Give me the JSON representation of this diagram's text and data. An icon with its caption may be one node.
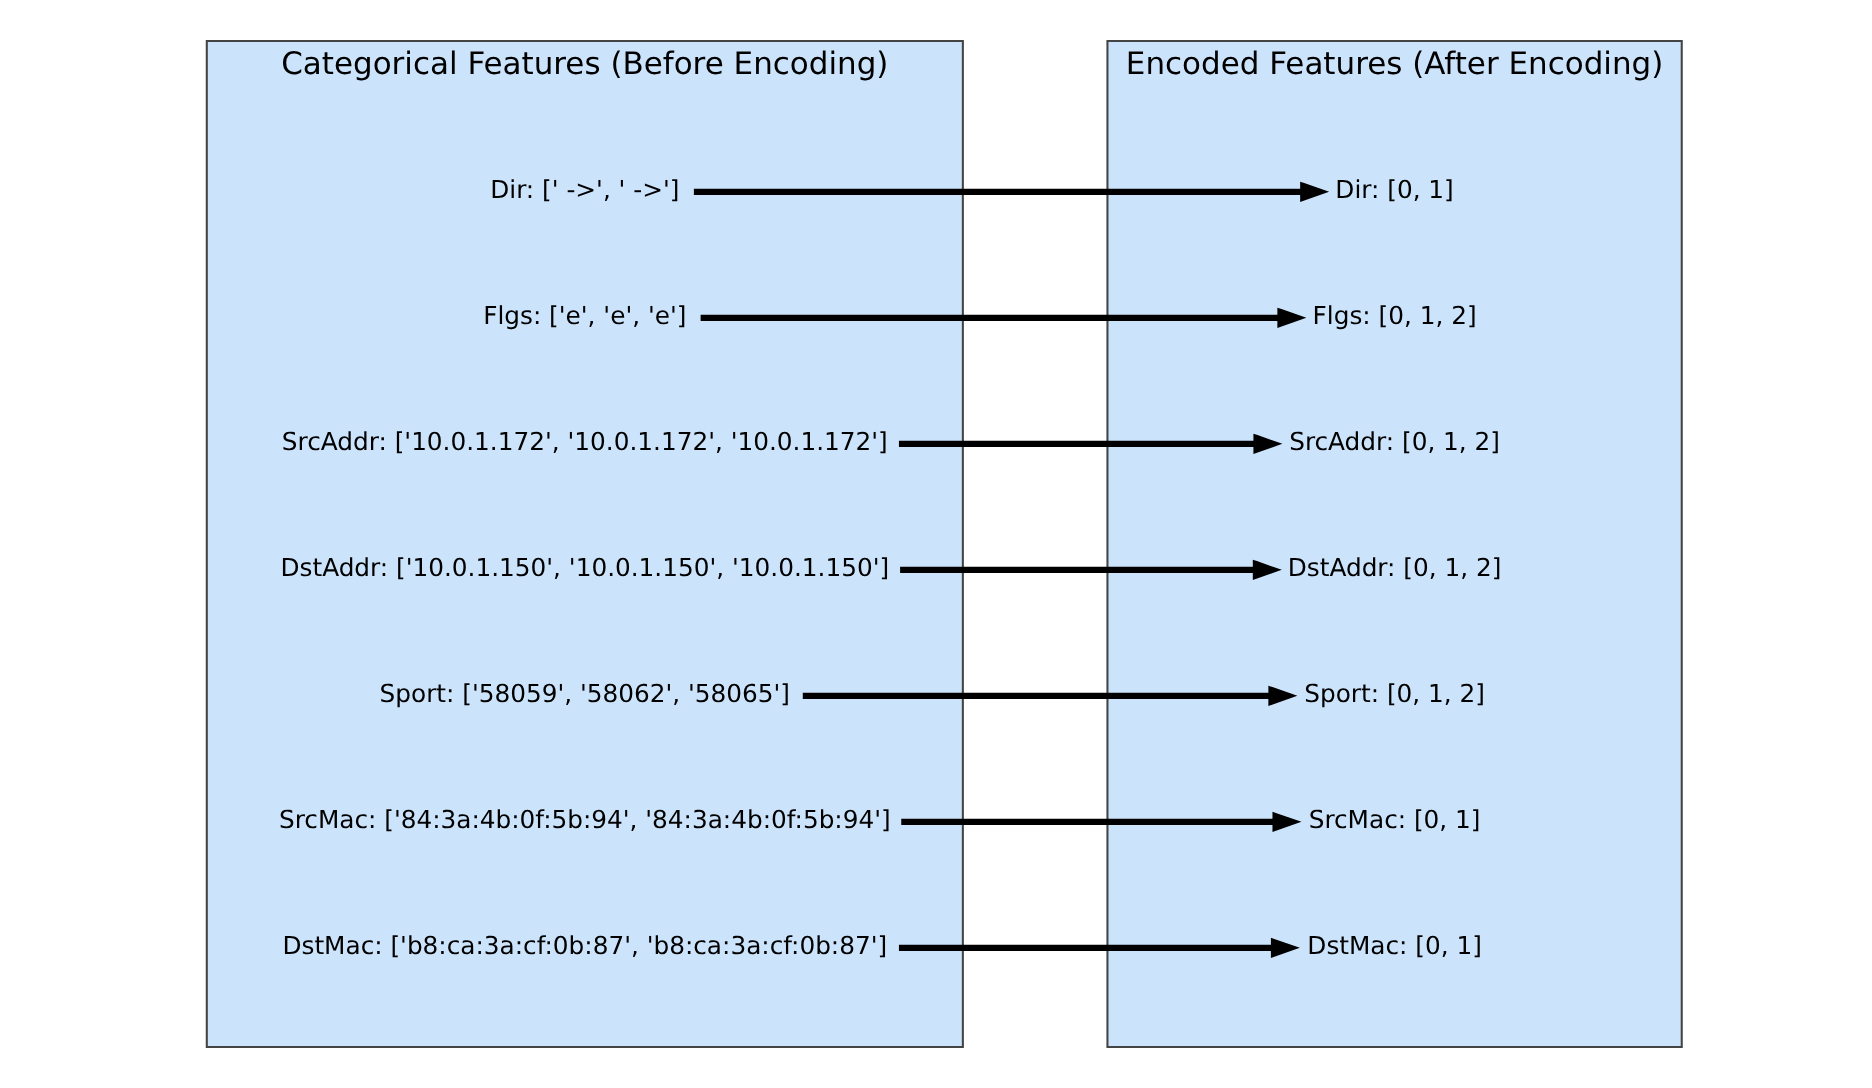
{
  "diagram": {
    "nodes": [
      {
        "text": [
          "Categorical Features (Before Encoding)"
        ]
      },
      {
        "text": [
          "Dir: [' ->', ' ->']"
        ],
        "in": 0
      },
      {
        "text": [
          "Flgs: ['e', 'e', 'e']"
        ],
        "in": 0
      },
      {
        "text": [
          "SrcAddr: ['10.0.1.172', '10.0.1.172', '10.0.1.172']"
        ],
        "in": 0
      },
      {
        "text": [
          "DstAddr: ['10.0.1.150', '10.0.1.150', '10.0.1.150']"
        ],
        "in": 0
      },
      {
        "text": [
          "Sport: ['58059', '58062', '58065']"
        ],
        "in": 0
      },
      {
        "text": [
          "SrcMac: ['84:3a:4b:0f:5b:94', '84:3a:4b:0f:5b:94']"
        ],
        "in": 0
      },
      {
        "text": [
          "DstMac: ['b8:ca:3a:cf:0b:87', 'b8:ca:3a:cf:0b:87']"
        ],
        "in": 0
      },
      {
        "text": [
          "Encoded Features (After Encoding)"
        ]
      },
      {
        "text": [
          "Dir: [0, 1]"
        ],
        "in": 8
      },
      {
        "text": [
          "Flgs: [0, 1, 2]"
        ],
        "in": 8
      },
      {
        "text": [
          "SrcAddr: [0, 1, 2]"
        ],
        "in": 8
      },
      {
        "text": [
          "DstAddr: [0, 1, 2]"
        ],
        "in": 8
      },
      {
        "text": [
          "Sport: [0, 1, 2]"
        ],
        "in": 8
      },
      {
        "text": [
          "SrcMac: [0, 1]"
        ],
        "in": 8
      },
      {
        "text": [
          "DstMac: [0, 1]"
        ],
        "in": 8
      }
    ],
    "edges": [
      {
        "from": 1,
        "to": 9,
        "arrow": "to"
      },
      {
        "from": 2,
        "to": 10,
        "arrow": "to"
      },
      {
        "from": 3,
        "to": 11,
        "arrow": "to"
      },
      {
        "from": 4,
        "to": 12,
        "arrow": "to"
      },
      {
        "from": 5,
        "to": 13,
        "arrow": "to"
      },
      {
        "from": 6,
        "to": 14,
        "arrow": "to"
      },
      {
        "from": 7,
        "to": 15,
        "arrow": "to"
      }
    ]
  }
}
